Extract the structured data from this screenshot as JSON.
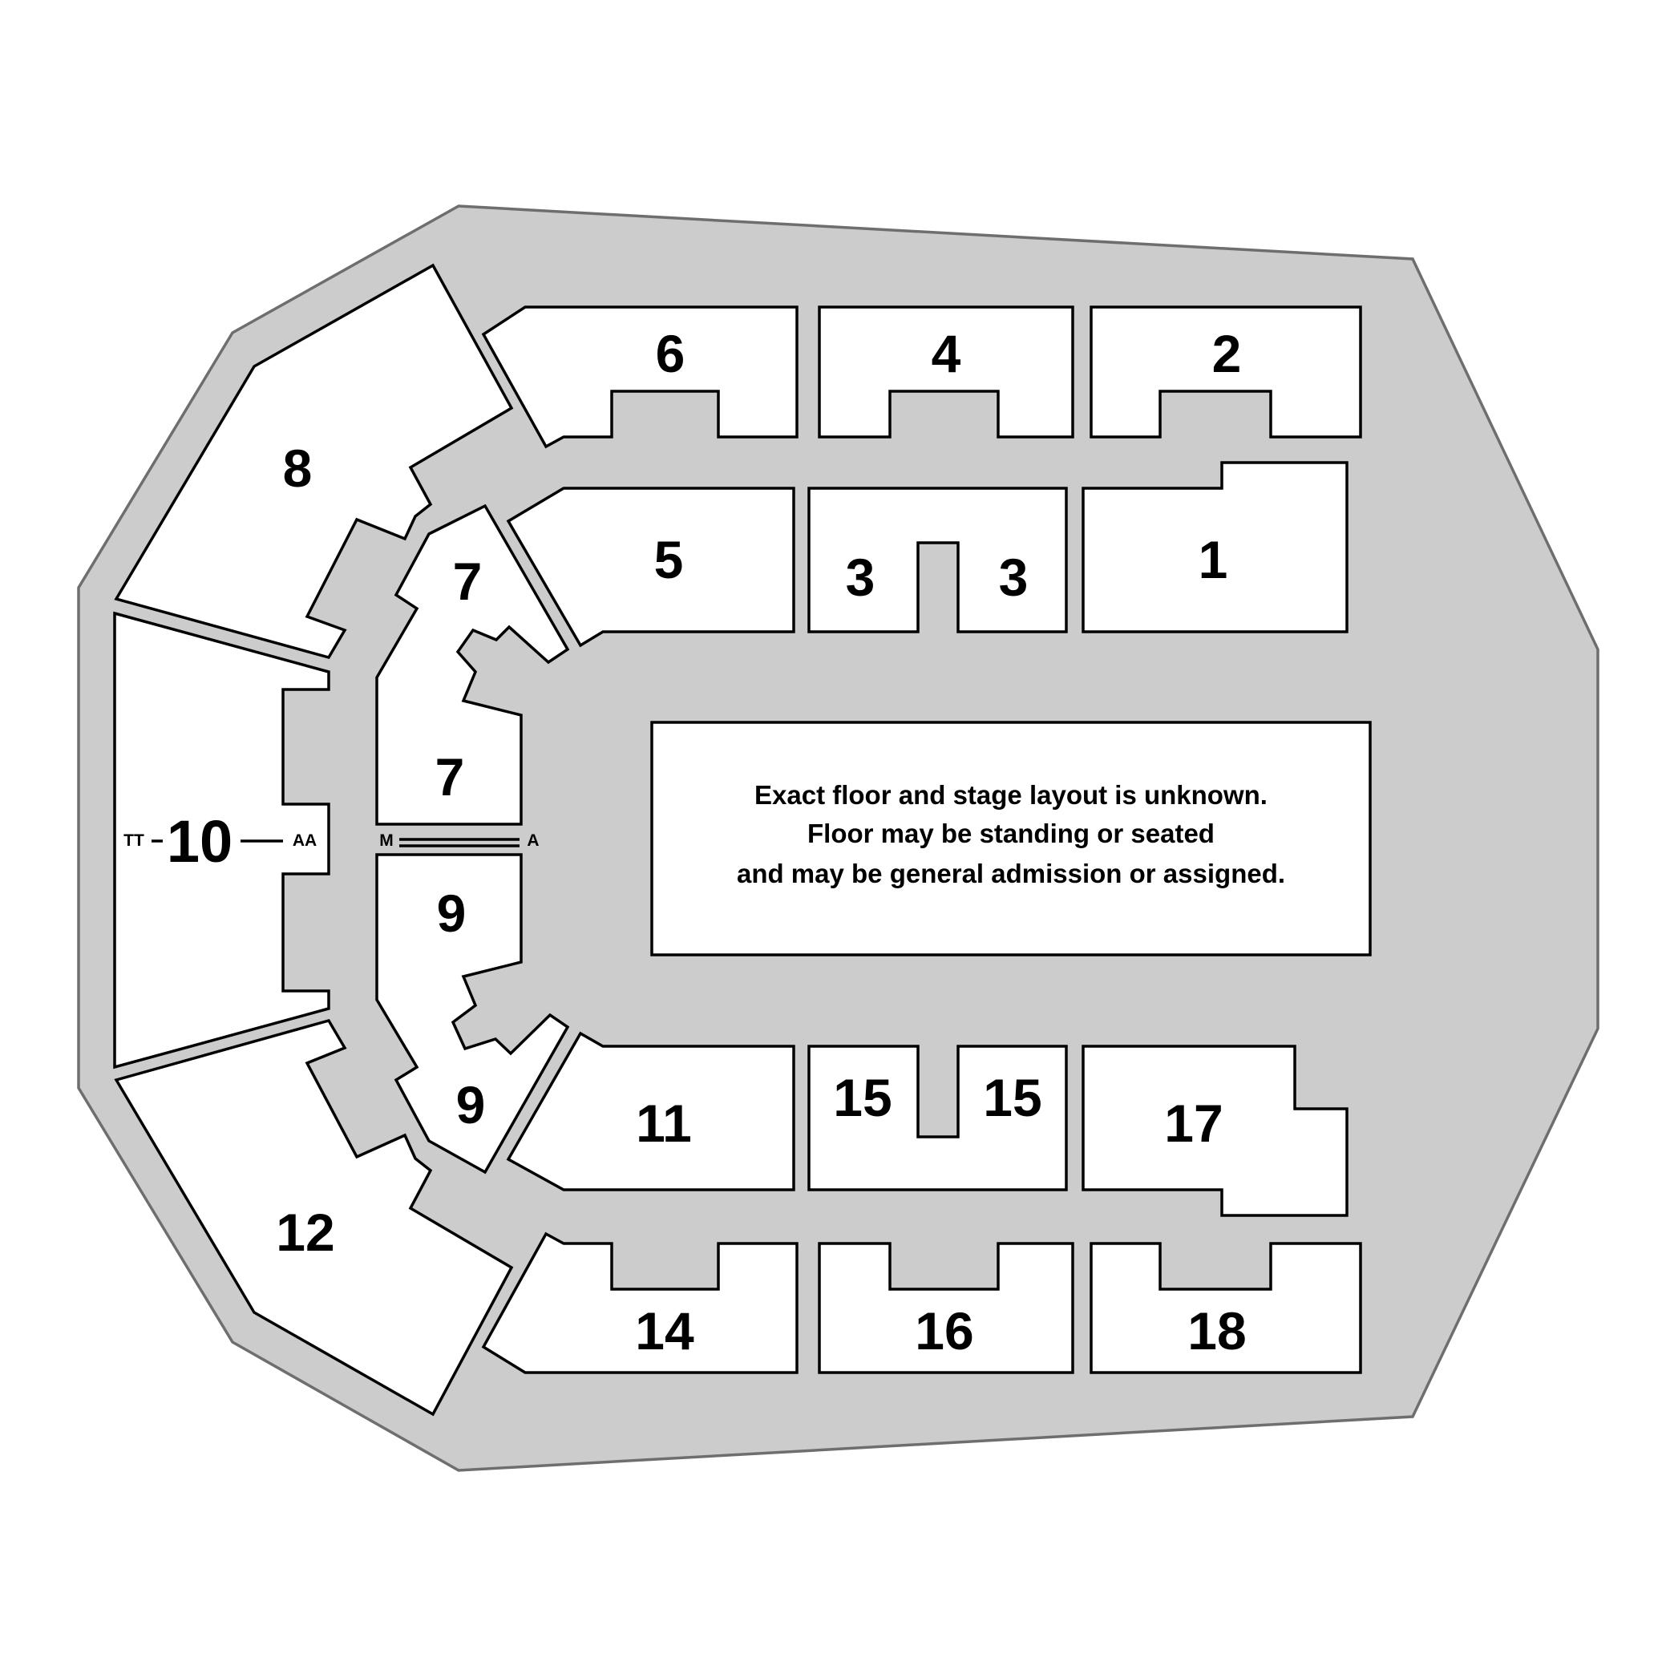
{
  "sections": {
    "s1": "1",
    "s2": "2",
    "s3a": "3",
    "s3b": "3",
    "s4": "4",
    "s5": "5",
    "s6": "6",
    "s7a": "7",
    "s7b": "7",
    "s8": "8",
    "s9a": "9",
    "s9b": "9",
    "s10": "10",
    "s11": "11",
    "s12": "12",
    "s14": "14",
    "s15a": "15",
    "s15b": "15",
    "s16": "16",
    "s17": "17",
    "s18": "18"
  },
  "rows": {
    "s10_first": "TT",
    "s10_last": "AA",
    "s7_9_first": "M",
    "s7_9_last": "A"
  },
  "floor_note": {
    "line1": "Exact floor and stage layout is unknown.",
    "line2": "Floor may be standing or seated",
    "line3": "and may be general admission or assigned."
  },
  "colors": {
    "concourse": "#cccccc",
    "section_fill": "#ffffff",
    "outline": "#000000"
  }
}
